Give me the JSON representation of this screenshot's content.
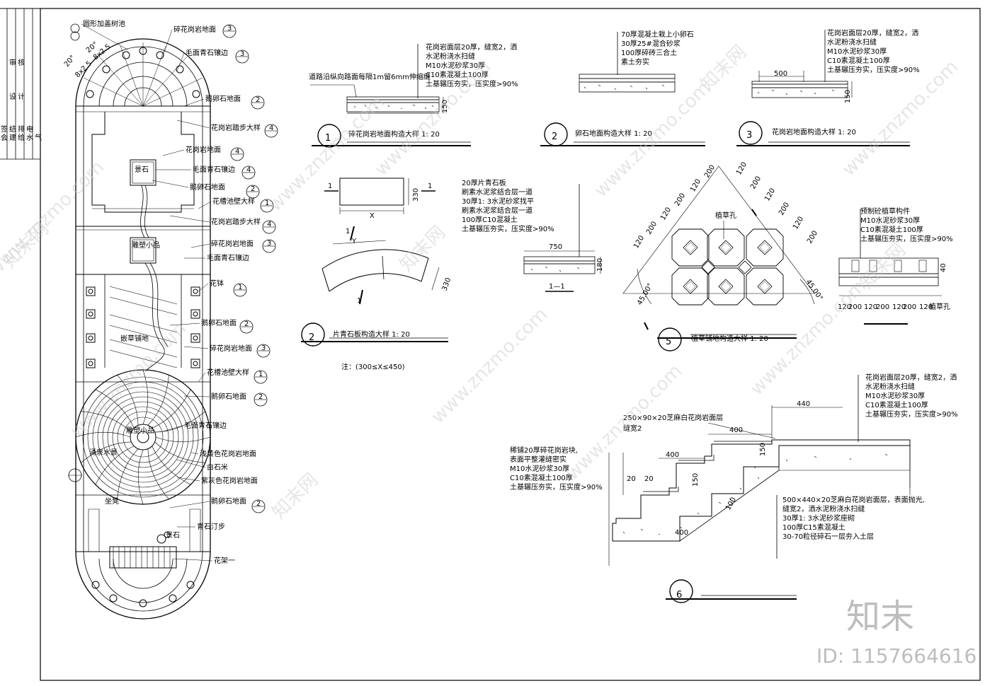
{
  "plan_labels": {
    "tree_pool": "圆形加盖树池",
    "dim_a": "20°",
    "dim_b": "8x2.5",
    "granite_broken_1": "碎花岗岩地面",
    "rough_granite_edge_1": "毛面青石镶边",
    "pebble_1": "鹅卵石地面",
    "step_detail_1": "花岗岩踏步大样",
    "granite_floor": "花岗岩地面",
    "rough_granite_edge_2": "毛面青石镶边",
    "pebble_2": "鹅卵石地面",
    "flower_wall": "花槽池壁大样",
    "step_detail_2": "花岗岩踏步大样",
    "granite_broken_2": "碎花岗岩地面",
    "rough_granite_edge_3": "毛面青石镶边",
    "flower_bowl": "花钵",
    "pebble_3": "鹅卵石地面",
    "granite_broken_3": "碎花岗岩地面",
    "flower_wall_2": "花槽池壁大样",
    "pebble_4": "鹅卵石地面",
    "rough_granite_edge_4": "毛面青石镶边",
    "yellow_granite": "浅黄色花岗岩地面",
    "white_stone": "白石米",
    "purple_granite": "紫灰色花岗岩地面",
    "pebble_5": "鹅卵石地面",
    "stepping": "青石汀步",
    "pergola": "花架一",
    "seat": "坐凳",
    "rock": "景石",
    "grass_pave": "嵌草铺地",
    "water": "涌泉水景",
    "center": "雕塑小品",
    "ref_1": "3",
    "ref_2": "3",
    "ref_3": "2",
    "ref_4": "4",
    "ref_5": "4",
    "ref_6": "4",
    "ref_7": "2",
    "ref_8": "1",
    "ref_9": "4",
    "ref_10": "3",
    "ref_11": "1",
    "ref_12": "2",
    "ref_13": "3",
    "ref_14": "1",
    "ref_15": "2",
    "ref_16": "2"
  },
  "detail1": {
    "num": "1",
    "title": "碎花岗岩地面构造大样 1: 20",
    "note_left": "道路沿纵向路面每隔1m留6mm伸缩缝",
    "layers": [
      "花岗岩面层20厚，缝宽2，洒",
      "水泥粉浇水扫缝",
      "M10水泥砂浆30厚",
      "C10素混凝土100厚",
      "土基辗压夯实，压实度>90%"
    ],
    "dim": "150"
  },
  "detail2a": {
    "num": "2",
    "title": "卵石地面构造大样 1: 20",
    "layers": [
      "70厚混凝土栽上小卵石",
      "30厚25#混合砂浆",
      "100厚碎砖三合土",
      "素土夯实"
    ]
  },
  "detail3": {
    "num": "3",
    "title": "花岗岩地面构造大样 1: 20",
    "layers": [
      "花岗岩面层20厚，缝宽2，洒",
      "水泥粉浇水扫缝",
      "M10水泥砂浆30厚",
      "C10素混凝土100厚",
      "土基辗压夯实，压实度>90%"
    ],
    "dim_w": "500",
    "dim_h": "150"
  },
  "detail2b": {
    "num": "2",
    "title": "片青石板构造大样 1: 20",
    "note": "注：(300≤X≤450)",
    "dim_330a": "330",
    "dim_330b": "330",
    "dim_x": "X",
    "dim_y": "Y",
    "sec_1a": "1",
    "sec_1b": "1",
    "sec_1c": "1",
    "sec_1d": "1",
    "layers": [
      "20厚片青石板",
      "刷素水泥浆结合层一道",
      "30厚1: 3水泥砂浆找平",
      "刷素水泥浆结合层一道",
      "100厚C10混凝土",
      "土基辗压夯实，压实度>90%"
    ],
    "dim_750": "750",
    "dim_180": "180",
    "section": "1—1"
  },
  "detail5": {
    "num": "5",
    "title": "植草铺地构造大样 1: 20",
    "hole": "植草孔",
    "angle_a": "45.00°",
    "angle_b": "45.00°",
    "dims": [
      "120",
      "200",
      "120",
      "200",
      "120",
      "200",
      "120",
      "200"
    ],
    "layers": [
      "预制砼植草构件",
      "M10水泥砂浆30厚",
      "C10素混凝土100厚",
      "土基辗压夯实，压实度>90%"
    ],
    "dim_40": "40",
    "bottom_dims": [
      "120",
      "200",
      "120",
      "200",
      "120",
      "200",
      "120",
      "植草孔"
    ]
  },
  "detail6": {
    "num": "6",
    "top_layers": [
      "花岗岩面层20厚，缝宽2，洒",
      "水泥粉浇水扫缝",
      "M10水泥砂浆30厚",
      "C10素混凝土100厚",
      "土基辗压夯实，压实度>90%"
    ],
    "top_note": "250×90×20芝麻白花岗岩面层",
    "top_note_2": "缝宽2",
    "left_layers": [
      "稀铺20厚碎花岗岩块,",
      "表面平整灌缝密实",
      "M10水泥砂浆30厚",
      "C10素混凝土100厚",
      "土基辗压夯实，压实度>90%"
    ],
    "bottom_layers": [
      "500×440×20芝麻白花岗岩面层，表面抛光,",
      "缝宽2，洒水泥粉浇水扫缝",
      "30厚1: 3水泥砂浆座砌",
      "100厚C15素混凝土",
      "30-70粒径碎石一层夯入土层"
    ],
    "dim_440": "440",
    "dim_400a": "400",
    "dim_400b": "400",
    "dim_400c": "400",
    "dim_150a": "150",
    "dim_150b": "150",
    "dim_20": "20",
    "dim_20b": "20",
    "dim_100": "100"
  },
  "watermark": {
    "site": "www.znzmo.com",
    "brand": "知末",
    "brand_cn": "知末网",
    "id": "ID: 1157664616"
  },
  "titleblock": [
    "会",
    "签",
    "建",
    "结",
    "给",
    "排",
    "水",
    "电",
    "气",
    "设",
    "计",
    "审",
    "核"
  ]
}
